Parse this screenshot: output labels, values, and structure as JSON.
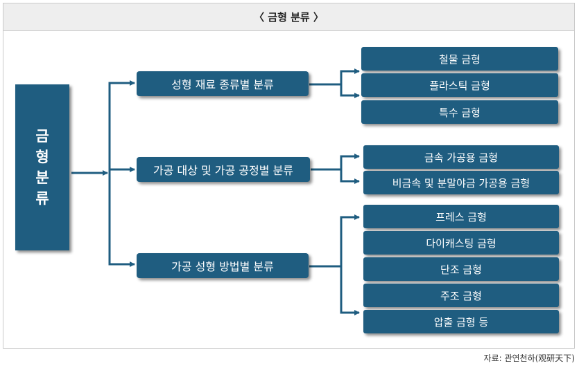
{
  "title": "〈 금형 분류 〉",
  "root": {
    "chars": [
      "금",
      "형",
      "분",
      "류"
    ]
  },
  "categories": [
    {
      "label": "성형 재료 종류별 분류",
      "items": [
        "철물 금형",
        "플라스틱 금형",
        "특수 금형"
      ]
    },
    {
      "label": "가공 대상 및 가공 공정별 분류",
      "items": [
        "금속 가공용 금형",
        "비금속 및 분말야금 가공용 금형"
      ]
    },
    {
      "label": "가공 성형 방법별 분류",
      "items": [
        "프레스 금형",
        "다이캐스팅 금형",
        "단조 금형",
        "주조 금형",
        "압출 금형 등"
      ]
    }
  ],
  "source": "자료: 관연천하(观研天下)",
  "colors": {
    "box": "#1f5d80",
    "line": "#1f5d80"
  }
}
